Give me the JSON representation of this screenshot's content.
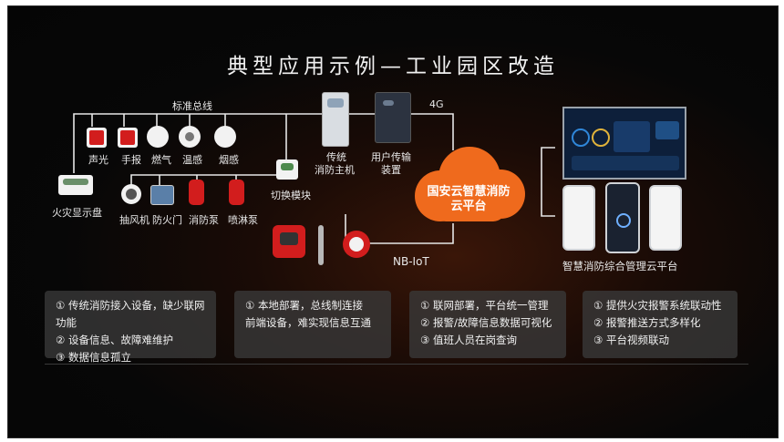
{
  "title": "典型应用示例—工业园区改造",
  "bus_label": "标准总线",
  "label_4g": "4G",
  "label_nbiot": "NB-IoT",
  "devices": {
    "shengguang": "声光",
    "shoubao": "手报",
    "ranqi": "燃气",
    "wengan": "温感",
    "yangan": "烟感",
    "display_panel": "火灾显示盘",
    "fan": "抽风机",
    "fire_door": "防火门",
    "fire_pump": "消防泵",
    "sprinkler_pump": "喷淋泵",
    "switch_module": "切换模块",
    "host_line1": "传统",
    "host_line2": "消防主机",
    "transmit_line1": "用户传输",
    "transmit_line2": "装置"
  },
  "cloud": {
    "line1": "国安云智慧消防",
    "line2": "云平台"
  },
  "platform_label": "智慧消防综合管理云平台",
  "panels": [
    {
      "lines": [
        "① 传统消防接入设备，缺少联网功能",
        "② 设备信息、故障难维护",
        "③ 数据信息孤立"
      ]
    },
    {
      "lines": [
        "① 本地部署，总线制连接",
        "前端设备，难实现信息互通"
      ]
    },
    {
      "lines": [
        "① 联网部署，平台统一管理",
        "② 报警/故障信息数据可视化",
        "③ 值班人员在岗查询"
      ]
    },
    {
      "lines": [
        "① 提供火灾报警系统联动性",
        "② 报警推送方式多样化",
        "③ 平台视频联动"
      ]
    }
  ],
  "colors": {
    "accent": "#e8491c",
    "cloud": "#f06a1e",
    "device_red": "#d21d1d"
  }
}
